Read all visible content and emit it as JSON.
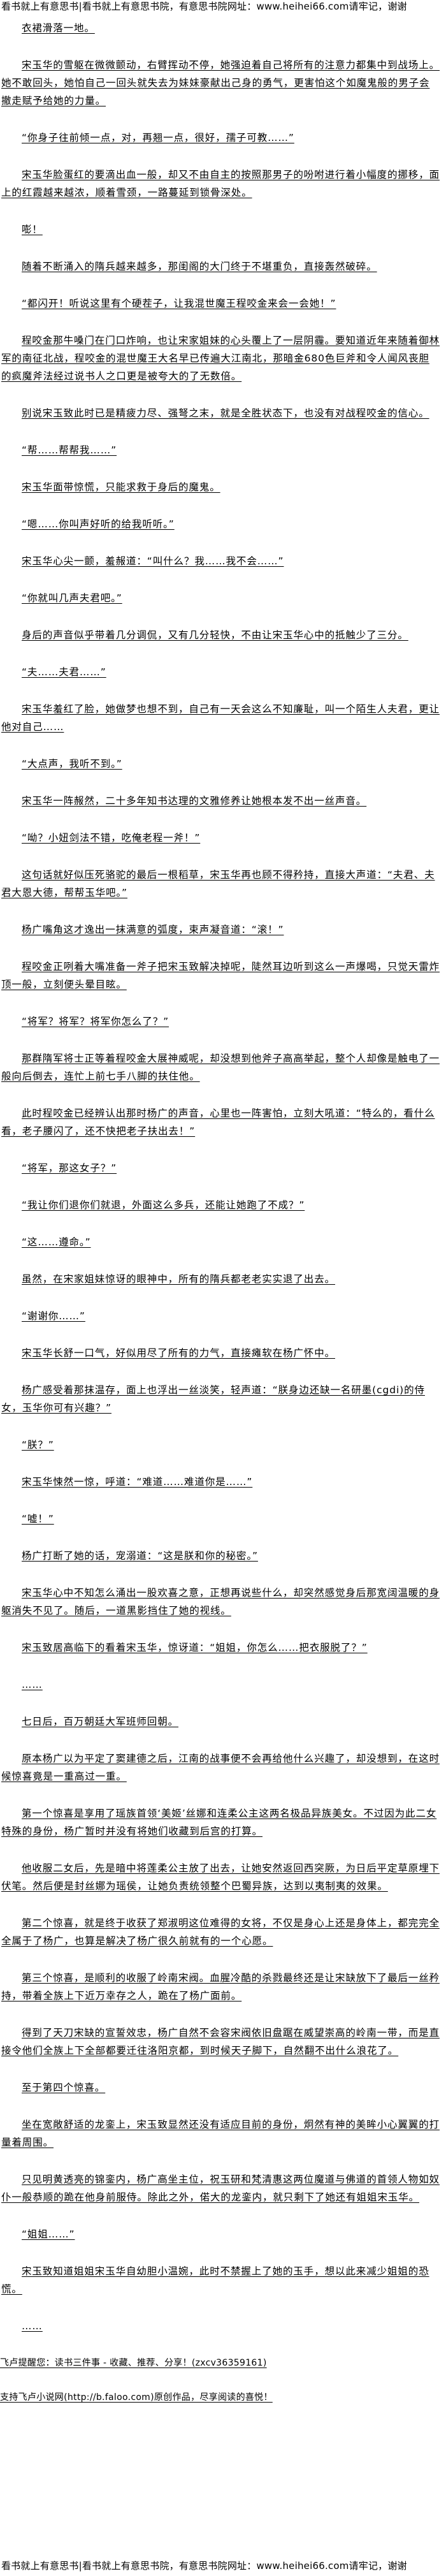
{
  "banner": "看书就上有意思书|看书就上有意思书院，有意思书院网址：www.heihei66.com请牢记，谢谢",
  "paragraphs": [
    "衣裙滑落一地。",
    "宋玉华的雪躯在微微颤动，右臂挥动不停，她强迫着自己将所有的注意力都集中到战场上。她不敢回头，她怕自己一回头就失去为妹妹豪献出己身的勇气，更害怕这个如魔鬼般的男子会撤走赋予给她的力量。",
    "“你身子往前倾一点，对，再翘一点，很好，孺子可教……”",
    "宋玉华脸蛋红的要滴出血一般，却又不由自主的按照那男子的吩咐进行着小幅度的挪移，面上的红霞越来越浓，顺着雪颈，一路蔓延到锁骨深处。",
    "嘭！",
    "随着不断涌入的隋兵越来越多，那闺阁的大门终于不堪重负，直接轰然破碎。",
    "“都闪开！听说这里有个硬茬子，让我混世魔王程咬金来会一会她！”",
    "程咬金那牛嗓门在门口炸响，也让宋家姐妹的心头覆上了一层阴霾。要知道近年来随着御林军的南征北战，程咬金的混世魔王大名早已传遍大江南北，那暗金680色巨斧和令人闻风丧胆的疯魔斧法经过说书人之口更是被夸大的了无数倍。",
    "别说宋玉致此时已是精疲力尽、强弩之末，就是全胜状态下，也没有对战程咬金的信心。",
    "“帮……帮帮我……”",
    "宋玉华面带惊慌，只能求救于身后的魔鬼。",
    "“嗯……你叫声好听的给我听听。”",
    "宋玉华心尖一颤，羞赧道：“叫什么？我……我不会……”",
    "“你就叫几声夫君吧。”",
    "身后的声音似乎带着几分调侃，又有几分轻快，不由让宋玉华心中的抵触少了三分。",
    "“夫……夫君……”",
    "宋玉华羞红了脸，她做梦也想不到，自己有一天会这么不知廉耻，叫一个陌生人夫君，更让他对自己……",
    "“大点声，我听不到。”",
    "宋玉华一阵赧然，二十多年知书达理的文雅修养让她根本发不出一丝声音。",
    "“呦？小妞剑法不错，吃俺老程一斧！”",
    "这句话就好似压死骆驼的最后一根稻草，宋玉华再也顾不得矜持，直接大声道：“夫君、夫君大恩大德，帮帮玉华吧。”",
    "杨广嘴角这才逸出一抹满意的弧度，束声凝音道：“滚！”",
    "程咬金正咧着大嘴准备一斧子把宋玉致解决掉呢，陡然耳边听到这么一声爆喝，只觉天雷炸顶一般，立刻便头晕目眩。",
    "“将军？将军？将军你怎么了？”",
    "那群隋军将士正等着程咬金大展神威呢，却没想到他斧子高高举起，整个人却像是触电了一般向后倒去，连忙上前七手八脚的扶住他。",
    "此时程咬金已经辨认出那时杨广的声音，心里也一阵害怕，立刻大吼道：“特么的，看什么看，老子腰闪了，还不快把老子扶出去！”",
    "“将军，那这女子？”",
    "“我让你们退你们就退，外面这么多兵，还能让她跑了不成？”",
    "“这……遵命。”",
    "虽然，在宋家姐妹惊讶的眼神中，所有的隋兵都老老实实退了出去。",
    "“谢谢你……”",
    "宋玉华长舒一口气，好似用尽了所有的力气，直接瘫软在杨广怀中。",
    "杨广感受着那抹温存，面上也浮出一丝淡笑，轻声道：“朕身边还缺一名研墨(cgdi)的侍女，玉华你可有兴趣？”",
    "“朕？”",
    "宋玉华悚然一惊，呼道：“难道……难道你是……”",
    "“嘘！”",
    "杨广打断了她的话，宠溺道：“这是朕和你的秘密。”",
    "宋玉华心中不知怎么涌出一股欢喜之意，正想再说些什么，却突然感觉身后那宽阔温暖的身躯消失不见了。随后，一道黑影挡住了她的视线。",
    "宋玉致居高临下的看着宋玉华，惊讶道：“姐姐，你怎么……把衣服脱了？”",
    "……",
    "七日后，百万朝廷大军班师回朝。",
    "原本杨广以为平定了窦建德之后，江南的战事便不会再给他什么兴趣了，却没想到，在这时候惊喜竟是一重高过一重。",
    "第一个惊喜是享用了瑶族首领‘美姬’丝娜和连柔公主这两名极品异族美女。不过因为此二女特殊的身份，杨广暂时并没有将她们收藏到后宫的打算。",
    "他收服二女后，先是暗中将莲柔公主放了出去，让她安然返回西突厥，为日后平定草原埋下伏笔。然后便是封丝娜为瑶侯，让她负责统领整个巴蜀异族，达到以夷制夷的效果。",
    "第二个惊喜，就是终于收获了郑淑明这位难得的女将，不仅是身心上还是身体上，都完完全全属于了杨广，也算是解决了杨广很久前就有的一个心愿。",
    "第三个惊喜，是顺利的收服了岭南宋阀。血腥冷酷的杀戮最终还是让宋缺放下了最后一丝矜持，带着全族上下近万幸存之人，跪在了杨广面前。",
    "得到了天刀宋缺的宣誓效忠，杨广自然不会容宋阀依旧盘踞在威望崇高的岭南一带，而是直接令他们全族上下全部都要迁往洛阳京都，到时候天子脚下，自然翻不出什么浪花了。",
    "至于第四个惊喜。",
    "坐在宽敞舒适的龙銮上，宋玉致显然还没有适应目前的身份，炯然有神的美眸小心翼翼的打量着周围。",
    "只见明黄透亮的锦銮内，杨广高坐主位，祝玉研和梵清惠这两位魔道与佛道的首领人物如奴仆一般恭顺的跪在他身前服侍。除此之外，偌大的龙銮内，就只剩下了她还有姐姐宋玉华。",
    "“姐姐……”",
    "宋玉致知道姐姐宋玉华自幼胆小温婉，此时不禁握上了她的玉手，想以此来减少姐姐的恐慌。",
    "……"
  ],
  "footer": {
    "note_1": "飞卢提醒您：读书三件事 - 收藏、推荐、分享！(zxcv36359161)",
    "note_2": "支持飞卢小说网(http://b.faloo.com)原创作品，尽享阅读的喜悦！",
    "banner": "看书就上有意思书|看书就上有意思书院，有意思书院网址：www.heihei66.com请牢记，谢谢"
  }
}
